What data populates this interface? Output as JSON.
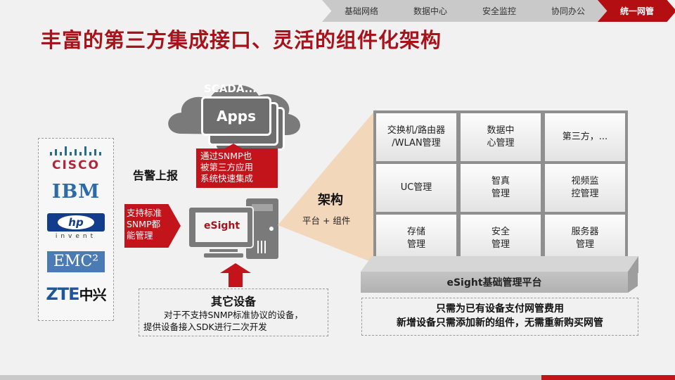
{
  "nav": {
    "items": [
      {
        "label": "基础网络",
        "active": false
      },
      {
        "label": "数据中心",
        "active": false
      },
      {
        "label": "安全监控",
        "active": false
      },
      {
        "label": "协同办公",
        "active": false
      },
      {
        "label": "统一网管",
        "active": true
      }
    ]
  },
  "title": "丰富的第三方集成接口、灵活的组件化架构",
  "vendors": [
    "CISCO",
    "IBM",
    "hp invent",
    "EMC²",
    "ZTE中兴"
  ],
  "cloud": {
    "top_text": "SCADA...",
    "apps_label": "Apps"
  },
  "alarm_label": "告警上报",
  "snmp_integration_callout": [
    "通过SNMP也",
    "被第三方应用",
    "系统快速集成"
  ],
  "snmp_support_callout": [
    "支持标准",
    "SNMP都",
    "能管理"
  ],
  "esight_label": "eSight",
  "other_devices": {
    "title": "其它设备",
    "lines": [
      "对于不支持SNMP标准协议的设备，",
      "提供设备接入SDK进行二次开发"
    ]
  },
  "architecture": {
    "title": "架构",
    "subtitle": "平台 + 组件"
  },
  "puzzle": {
    "pieces": [
      [
        "交换机/路由器",
        "/WLAN管理"
      ],
      [
        "数据中",
        "心管理"
      ],
      [
        "第三方，..."
      ],
      [
        "UC管理"
      ],
      [
        "智真",
        "管理"
      ],
      [
        "视频监",
        "控管理"
      ],
      [
        "存储",
        "管理"
      ],
      [
        "安全",
        "管理"
      ],
      [
        "服务器",
        "管理"
      ]
    ]
  },
  "platform_label": "eSight基础管理平台",
  "note": [
    "只需为已有设备支付网管费用",
    "新增设备只需添加新的组件，无需重新购买网管"
  ],
  "colors": {
    "accent_red": "#c3141b",
    "title_red": "#a8121a",
    "gray": "#7a7a7a"
  }
}
